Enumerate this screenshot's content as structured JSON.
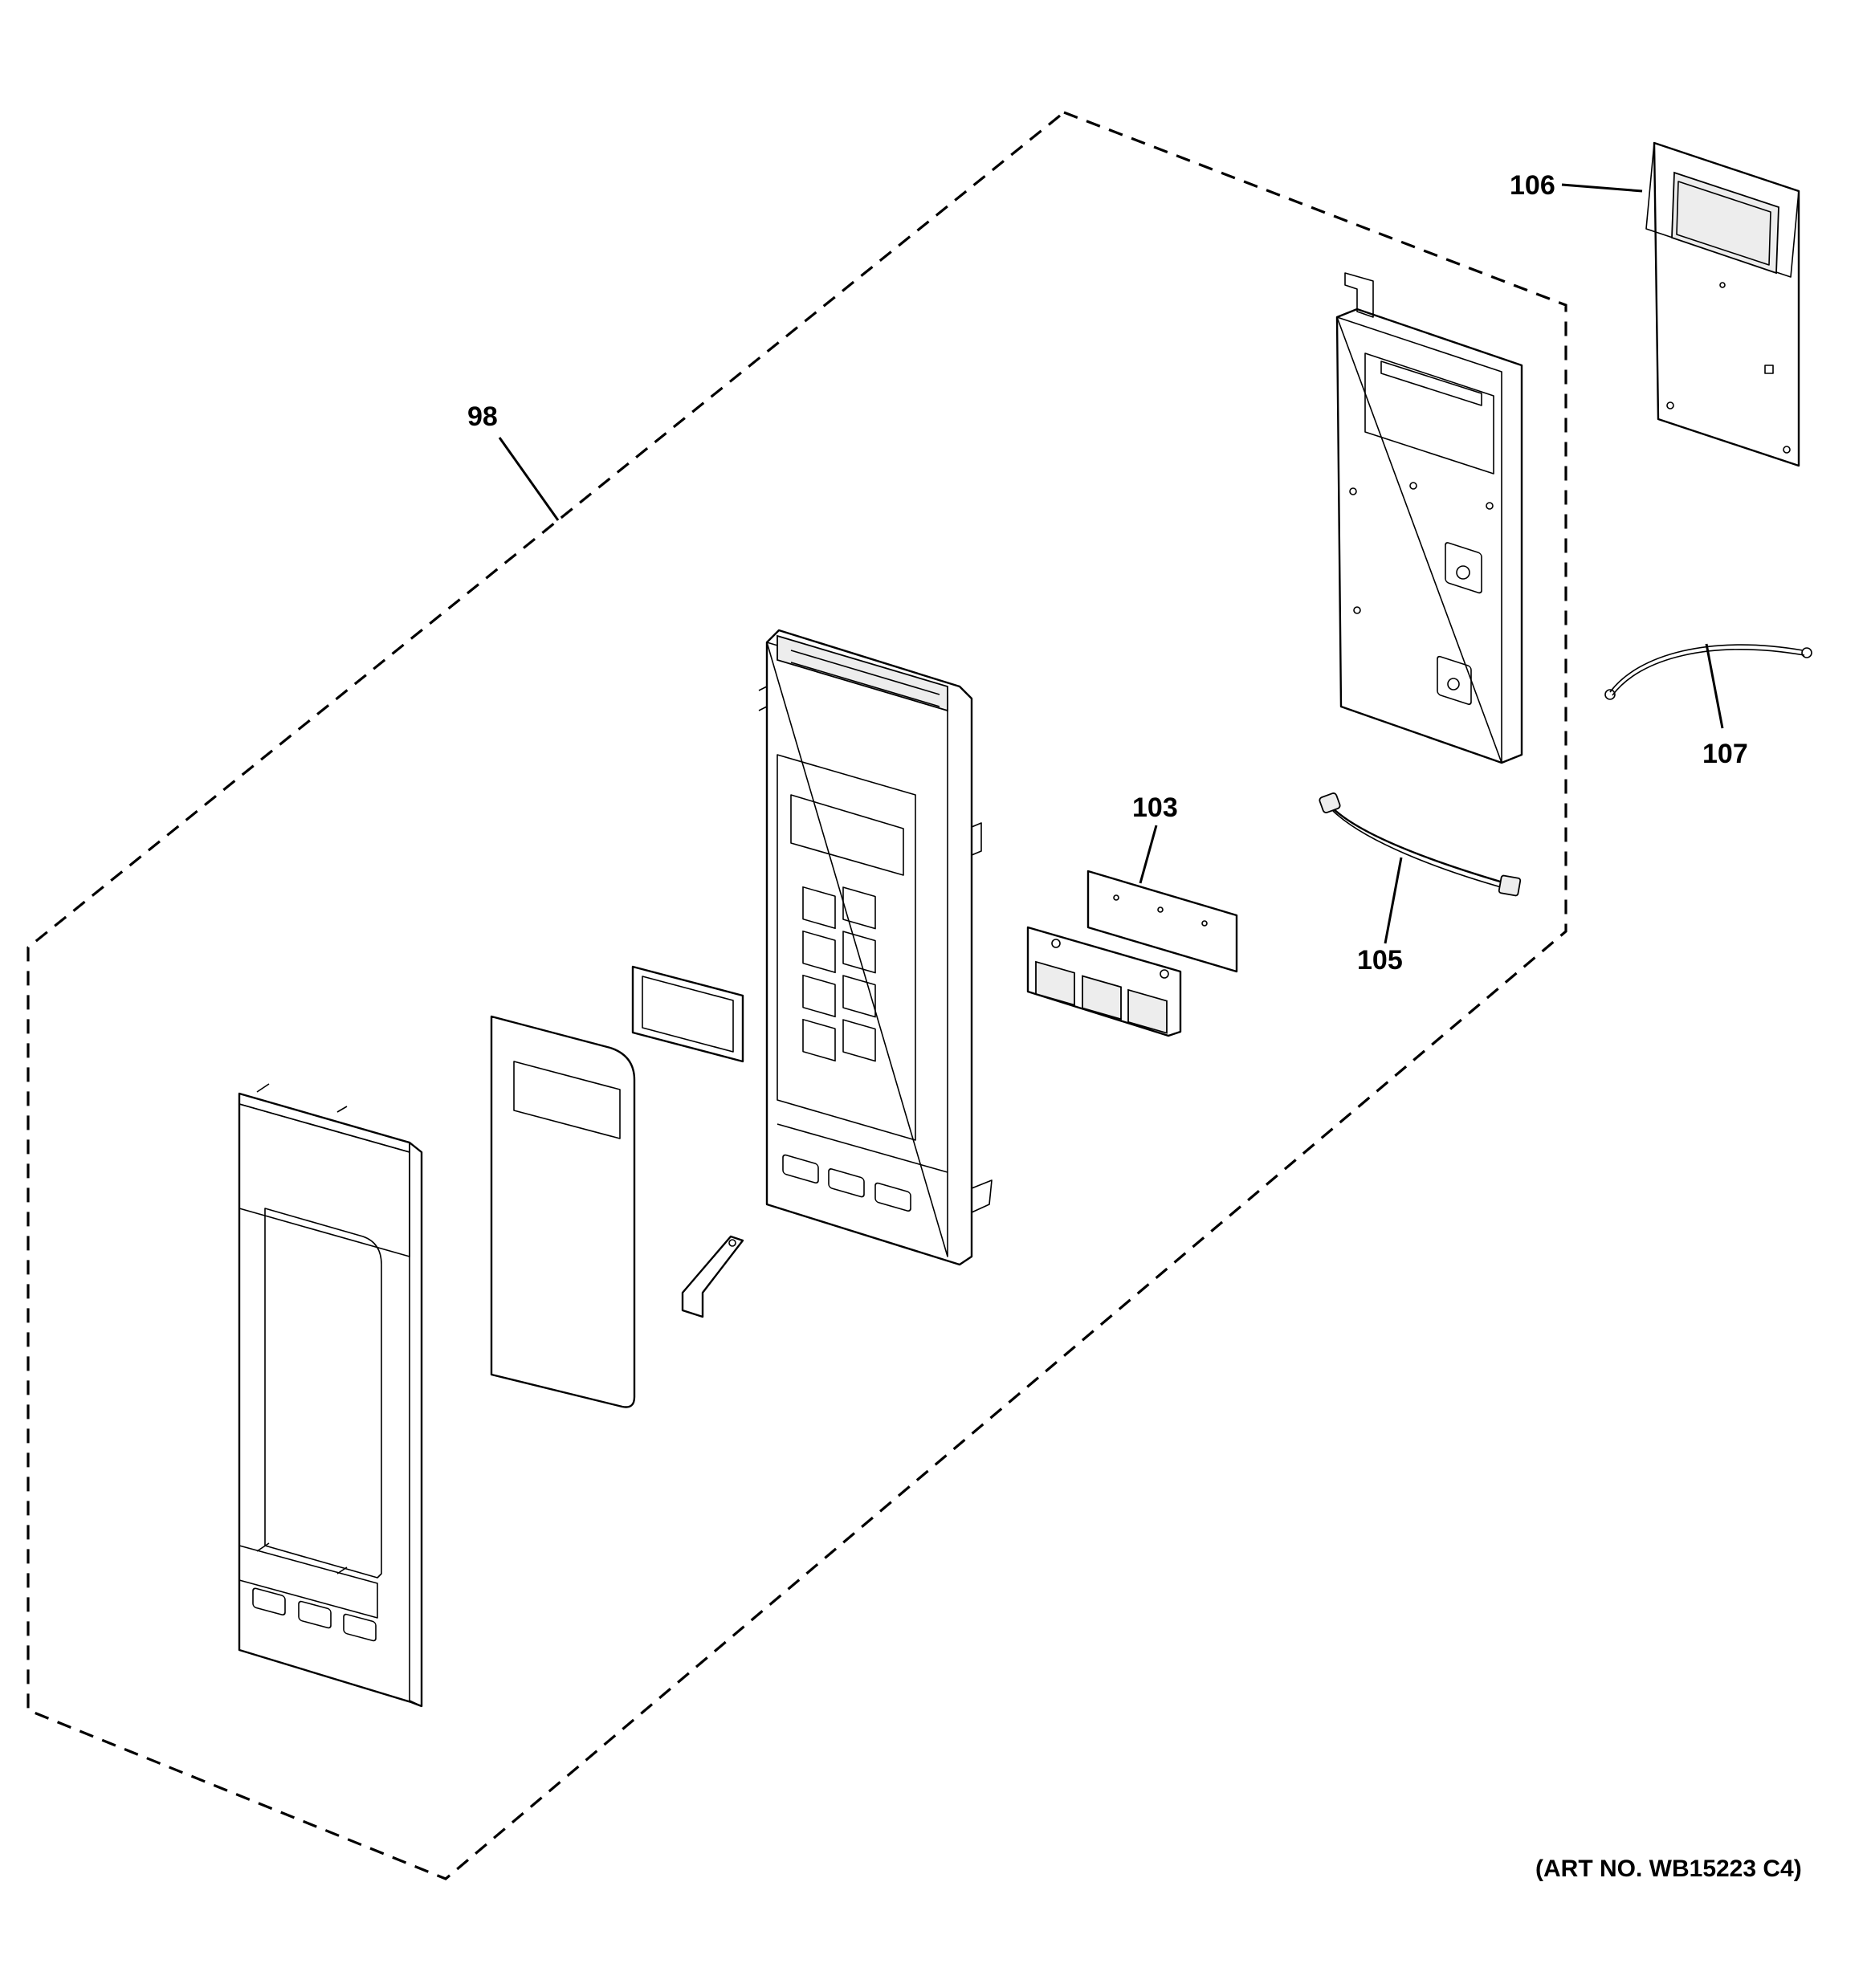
{
  "callouts": [
    {
      "id": "98",
      "label": "98"
    },
    {
      "id": "103",
      "label": "103"
    },
    {
      "id": "105",
      "label": "105"
    },
    {
      "id": "106",
      "label": "106"
    },
    {
      "id": "107",
      "label": "107"
    }
  ],
  "art_number": "(ART NO. WB15223 C4)"
}
